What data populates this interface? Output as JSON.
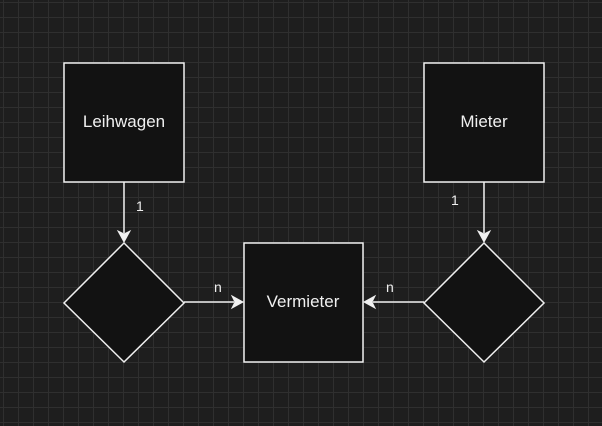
{
  "diagram": {
    "entities": {
      "leihwagen": "Leihwagen",
      "mieter": "Mieter",
      "vermieter": "Vermieter"
    },
    "cardinalities": {
      "leihwagen_rel1": "1",
      "mieter_rel2": "1",
      "rel1_vermieter": "n",
      "rel2_vermieter": "n"
    }
  },
  "colors": {
    "background": "#1e1e1e",
    "shape_fill": "#121212",
    "stroke": "#f0f0f0",
    "text": "#f0f0f0"
  }
}
